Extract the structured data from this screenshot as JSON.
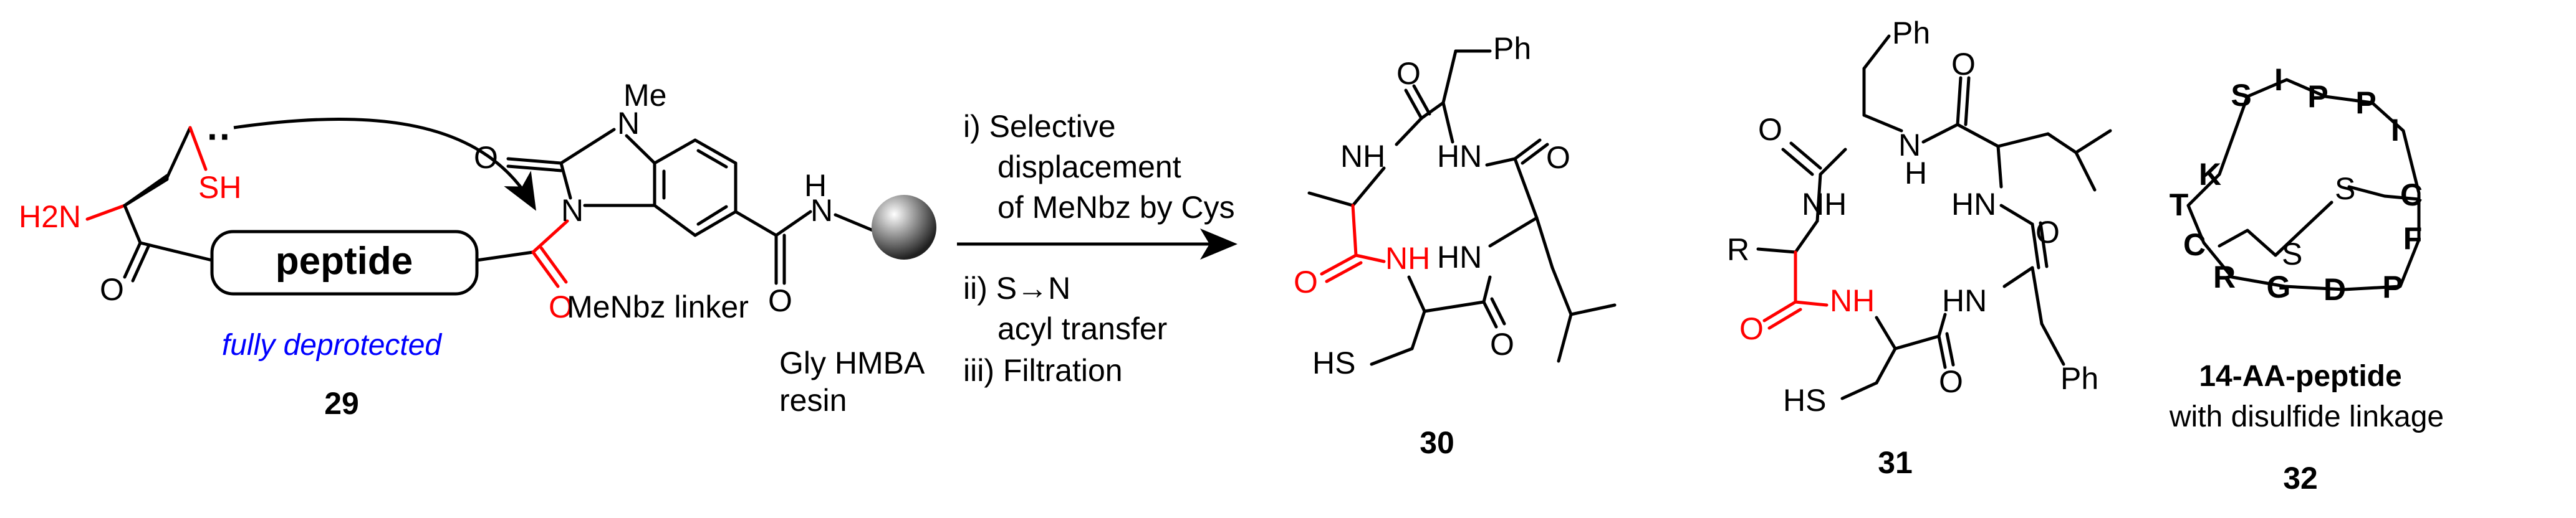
{
  "colors": {
    "bond": "#000000",
    "highlight": "#ff0000",
    "caption_blue": "#0000ff"
  },
  "compound_29": {
    "amine": "H2N",
    "thiol": "SH",
    "lone_pair": "··",
    "oxygen": "O",
    "peptide_label": "peptide",
    "deprotected_label": "fully deprotected",
    "number": "29"
  },
  "linker": {
    "methyl": "Me",
    "n1": "N",
    "n2": "N",
    "oxygen": "O",
    "name": "MeNbz linker"
  },
  "amide": {
    "n": "N",
    "h": "H",
    "oxygen": "O"
  },
  "resin": {
    "line1": "Gly HMBA",
    "line2": "resin",
    "bead_icon": "resin-bead-icon"
  },
  "conditions": {
    "step1_line1": "i) Selective",
    "step1_line2": "displacement",
    "step1_line3": "of MeNbz by Cys",
    "step2_line1": "ii) S→N",
    "step2_line2": "acyl transfer",
    "step3": "iii) Filtration"
  },
  "compound_30": {
    "ph": "Ph",
    "o": "O",
    "nh": "NH",
    "hn": "HN",
    "hs": "HS",
    "number": "30"
  },
  "compound_31": {
    "ph": "Ph",
    "o": "O",
    "nh": "NH",
    "hn": "HN",
    "n": "N",
    "h": "H",
    "r": "R",
    "hs": "HS",
    "number": "31"
  },
  "compound_32": {
    "residues": [
      "S",
      "I",
      "P",
      "P",
      "I",
      "C",
      "F",
      "P",
      "D",
      "G",
      "R",
      "C",
      "T",
      "K"
    ],
    "bridge_s1": "S",
    "bridge_s2": "S",
    "title": "14-AA-peptide",
    "subtitle": "with disulfide linkage",
    "number": "32"
  }
}
